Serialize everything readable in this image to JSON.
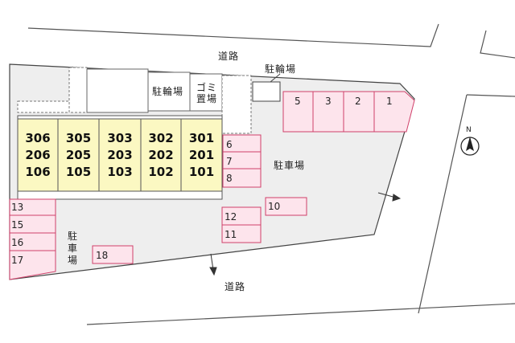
{
  "labels": {
    "road_top": "道路",
    "road_bottom": "道路",
    "bike_parking_outside": "駐輪場",
    "bike_parking_inside": "駐輪場",
    "garbage_line1": "ゴミ",
    "garbage_line2": "置場",
    "parking_right": "駐車場",
    "parking_left_1": "駐",
    "parking_left_2": "車",
    "parking_left_3": "場",
    "north": "N"
  },
  "units": [
    {
      "top": "306",
      "mid": "206",
      "bot": "106"
    },
    {
      "top": "305",
      "mid": "205",
      "bot": "105"
    },
    {
      "top": "303",
      "mid": "203",
      "bot": "103"
    },
    {
      "top": "302",
      "mid": "202",
      "bot": "102"
    },
    {
      "top": "301",
      "mid": "201",
      "bot": "101"
    }
  ],
  "parking_spaces": [
    "1",
    "2",
    "3",
    "5",
    "6",
    "7",
    "8",
    "10",
    "11",
    "12",
    "13",
    "15",
    "16",
    "17",
    "18"
  ],
  "colors": {
    "lot": "#eeeeee",
    "building": "#fbf8c2",
    "parking": "#fde4ec",
    "parking_border": "#d0406a",
    "line": "#444444"
  }
}
